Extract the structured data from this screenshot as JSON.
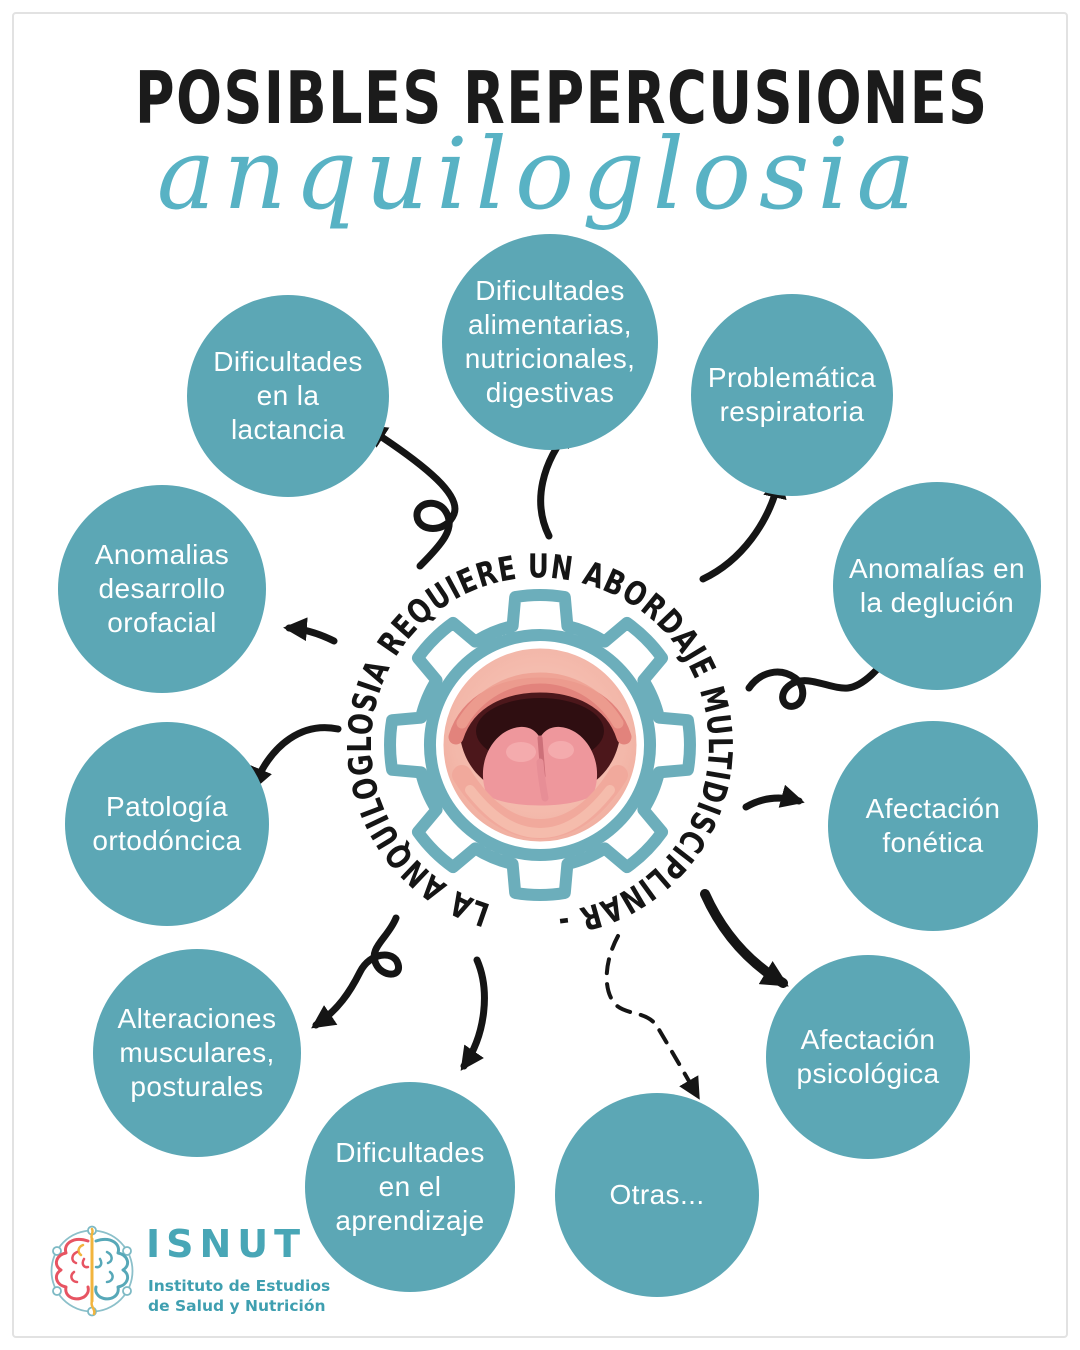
{
  "header": {
    "title": "POSIBLES REPERCUSIONES",
    "subtitle": "anquiloglosia"
  },
  "center": {
    "ring_text": "LA ANQUILOGLOSIA REQUIERE UN ABORDAJE MULTIDISCIPLINAR -"
  },
  "bubbles": [
    {
      "id": "lactancia",
      "label": "Dificultades\nen la\nlactancia"
    },
    {
      "id": "alimentarias",
      "label": "Dificultades\nalimentarias,\nnutricionales,\ndigestivas"
    },
    {
      "id": "respiratoria",
      "label": "Problemática\nrespiratoria"
    },
    {
      "id": "desarrollo-orofacial",
      "label": "Anomalias\ndesarrollo\norofacial"
    },
    {
      "id": "deglucion",
      "label": "Anomalías en\nla deglución"
    },
    {
      "id": "ortodoncica",
      "label": "Patología\nortodóncica"
    },
    {
      "id": "fonetica",
      "label": "Afectación\nfonética"
    },
    {
      "id": "musculares",
      "label": "Alteraciones\nmusculares,\nposturales"
    },
    {
      "id": "aprendizaje",
      "label": "Dificultades\nen el\naprendizaje"
    },
    {
      "id": "otras",
      "label": "Otras..."
    },
    {
      "id": "psicologica",
      "label": "Afectación\npsicológica"
    }
  ],
  "logo": {
    "name": "ISNUT",
    "tagline": "Instituto de Estudios\nde Salud y Nutrición"
  },
  "colors": {
    "bubble_teal": "#5ca7b5",
    "gear_teal": "#6caebb",
    "script_teal": "#58b2c4",
    "title_black": "#1b1b1b",
    "arrow_black": "#151515",
    "logo_teal": "#48a6b6",
    "logo_red": "#e75462",
    "logo_yellow": "#f2b43d"
  }
}
